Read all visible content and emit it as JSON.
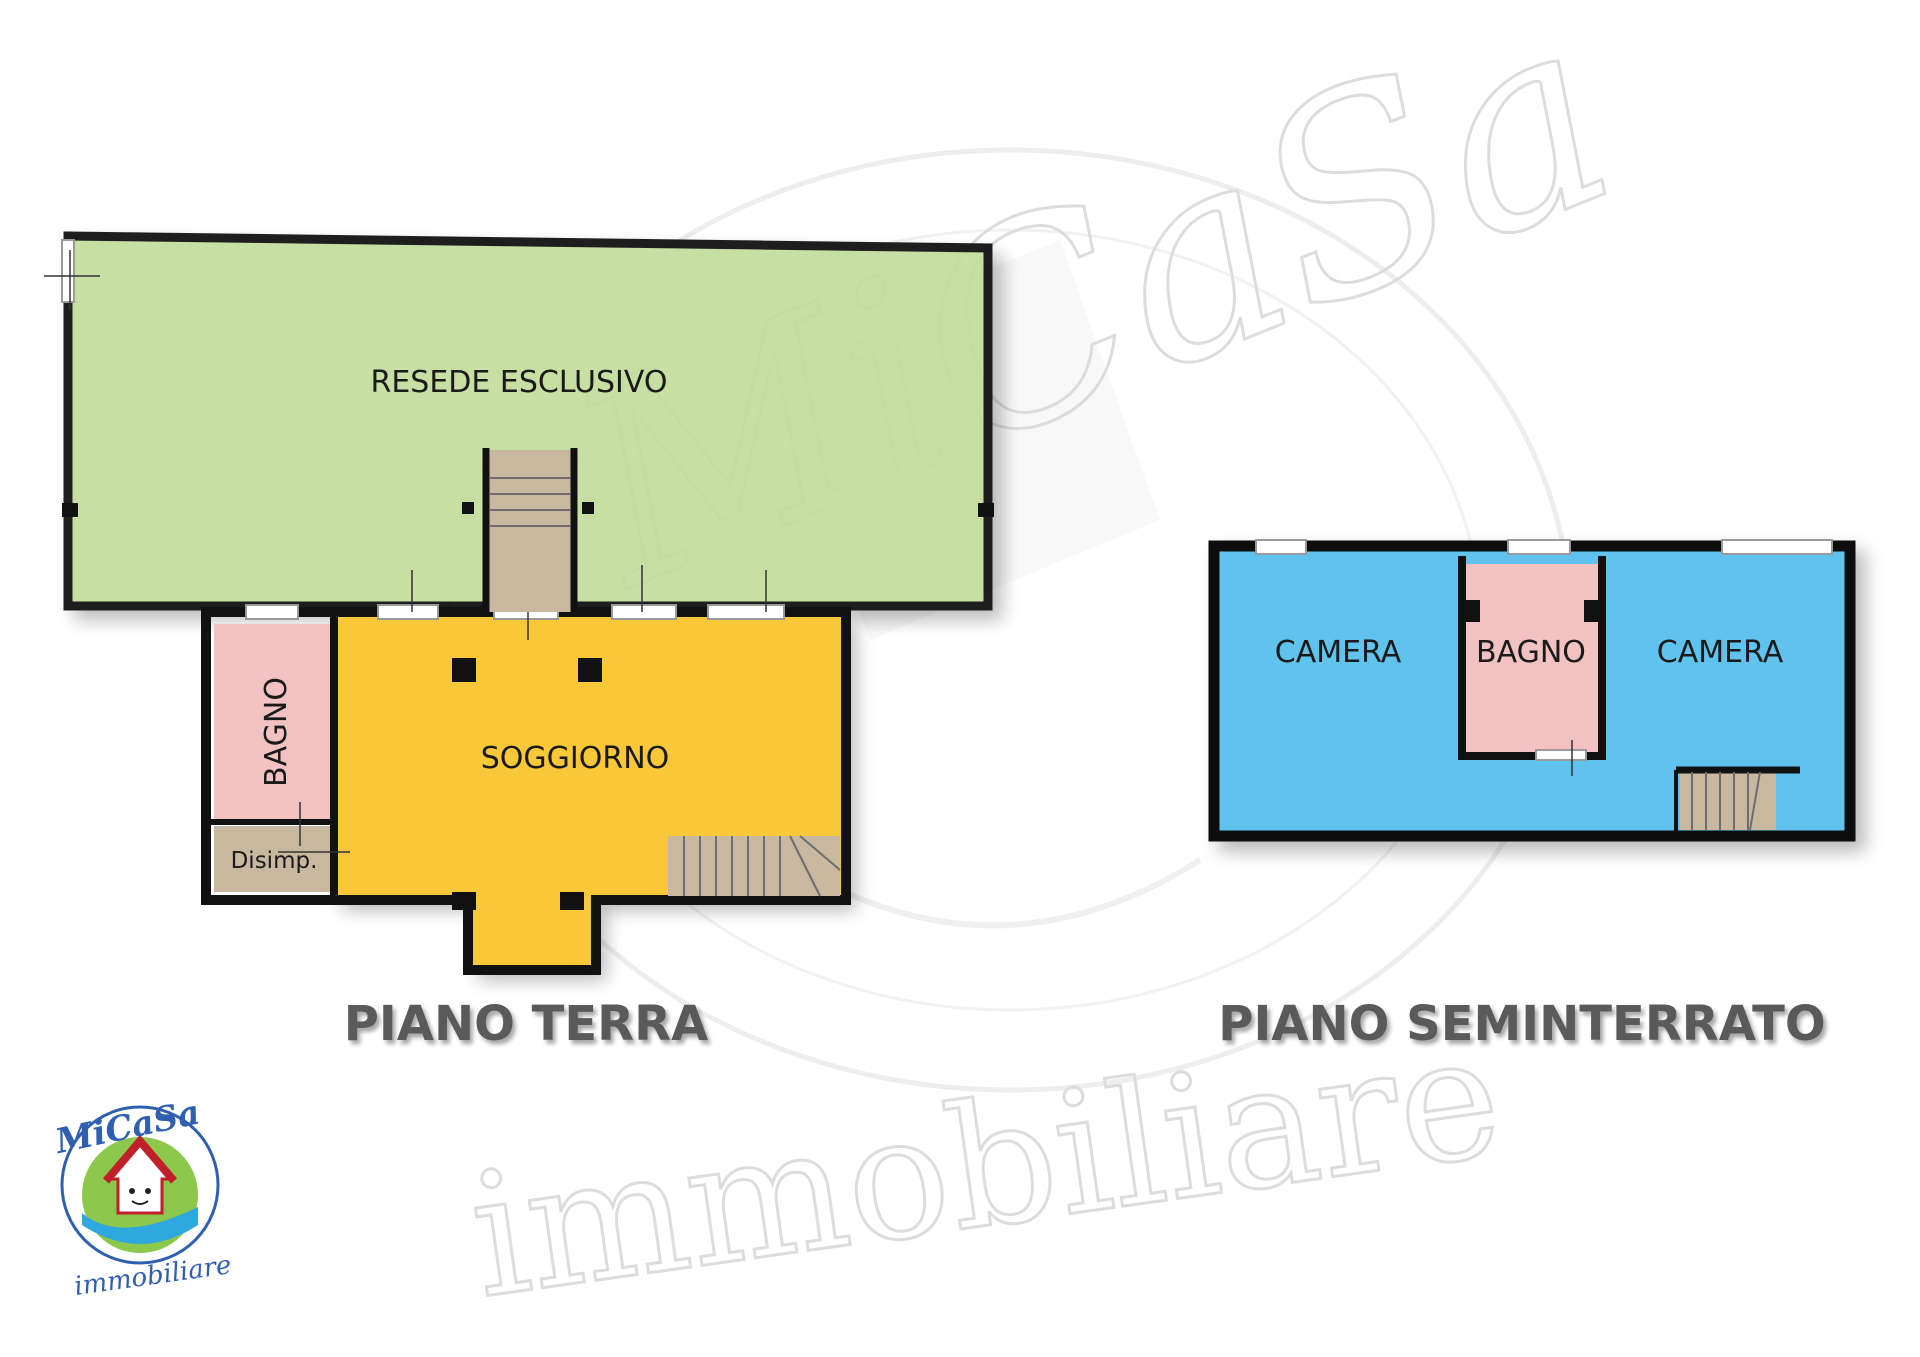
{
  "watermark": {
    "brand": "MiCaSa",
    "subtitle": "immobiliare"
  },
  "logo": {
    "brand": "MiCaSa",
    "subtitle": "immobiliare"
  },
  "floors": {
    "ground": {
      "title": "PIANO TERRA",
      "rooms": {
        "resede": "RESEDE ESCLUSIVO",
        "soggiorno": "SOGGIORNO",
        "bagno": "BAGNO",
        "disimpegno": "Disimp."
      }
    },
    "basement": {
      "title": "PIANO SEMINTERRATO",
      "rooms": {
        "camera_left": "CAMERA",
        "bagno": "BAGNO",
        "camera_right": "CAMERA"
      }
    }
  },
  "colors": {
    "garden": "#c3dd9c",
    "living": "#f9c838",
    "bath": "#f2c2c2",
    "hall": "#c8b8a0",
    "stairs": "#c8b8a0",
    "bedroom": "#5ec3ee",
    "wall": "#111111",
    "title": "#5a5a5a"
  }
}
